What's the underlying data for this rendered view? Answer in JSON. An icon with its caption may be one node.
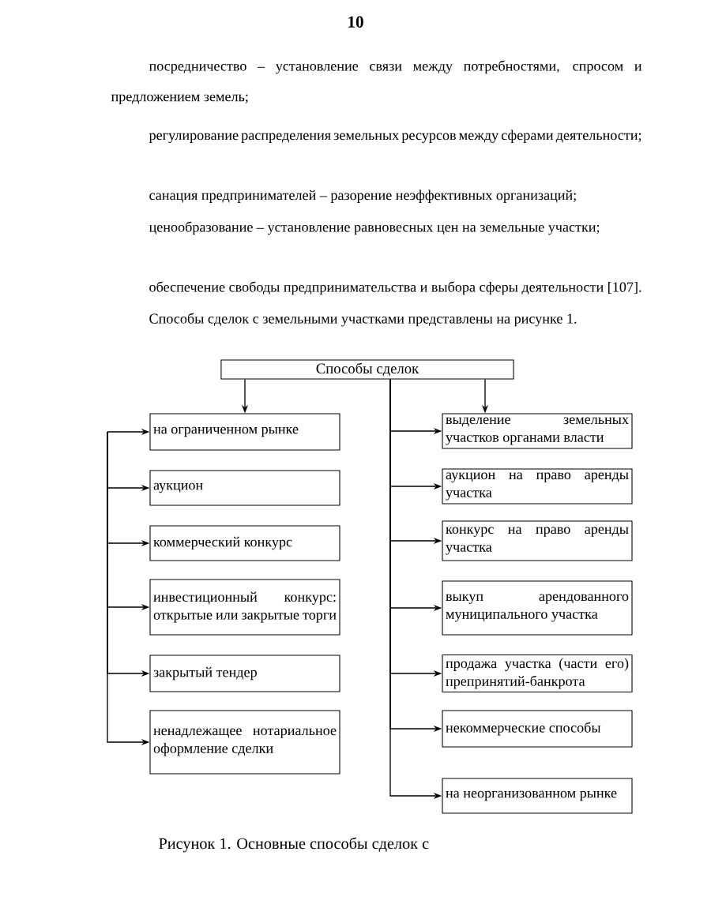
{
  "diagram": {
    "caption": "Рисунок 1. Основные способы сделок с",
    "nodes": [
      {
        "text": [
          "Способы сделок"
        ]
      },
      {
        "text": [
          "на ограниченном рынке"
        ]
      },
      {
        "text": [
          "аукцион"
        ]
      },
      {
        "text": [
          "коммерческий конкурс"
        ]
      },
      {
        "text": [
          "инвестиционный конкурс: открытые или закрытые торги"
        ]
      },
      {
        "text": [
          "закрытый тендер"
        ]
      },
      {
        "text": [
          "ненадлежащее нотариальное оформление сделки"
        ]
      },
      {
        "text": [
          "выделение земельных участков органами власти"
        ]
      },
      {
        "text": [
          "аукцион на право аренды участка"
        ]
      },
      {
        "text": [
          "конкурс на право аренды участка"
        ]
      },
      {
        "text": [
          "выкуп арендованного муниципального участка"
        ]
      },
      {
        "text": [
          "продажа участка (части его) препринятий-банкрота"
        ]
      },
      {
        "text": [
          "некоммерческие способы"
        ]
      },
      {
        "text": [
          "на неорганизованном рынке"
        ]
      }
    ],
    "edges": [
      {
        "from": 0,
        "to": 1,
        "arrow": "to"
      },
      {
        "from": null,
        "to": 1,
        "arrow": "to"
      },
      {
        "from": null,
        "to": 2,
        "arrow": "to"
      },
      {
        "from": null,
        "to": 3,
        "arrow": "to"
      },
      {
        "from": null,
        "to": 4,
        "arrow": "to"
      },
      {
        "from": null,
        "to": 5,
        "arrow": "to"
      },
      {
        "from": null,
        "to": 6,
        "arrow": "to"
      },
      {
        "from": 0,
        "to": 7,
        "arrow": "to"
      },
      {
        "from": 0,
        "to": 7,
        "arrow": "to"
      },
      {
        "from": 0,
        "to": 8,
        "arrow": "to"
      },
      {
        "from": 0,
        "to": 9,
        "arrow": "to"
      },
      {
        "from": 0,
        "to": 10,
        "arrow": "to"
      },
      {
        "from": 0,
        "to": 11,
        "arrow": "to"
      },
      {
        "from": 0,
        "to": 12,
        "arrow": "to"
      },
      {
        "from": 0,
        "to": 13,
        "arrow": "to"
      }
    ],
    "labels": [
      "10",
      "посредничество – установление связи между потребностями, спросом и предложением земель;",
      "регулирование распределения земельных ресурсов между сферами деятельности;",
      "санация предпринимателей – разорение неэффективных организаций;",
      "ценообразование – установление равновесных цен на земельные участки;",
      "обеспечение свободы предпринимательства и выбора сферы деятельности [107].",
      "Способы сделок с земельными участками представлены на рисунке 1."
    ]
  }
}
